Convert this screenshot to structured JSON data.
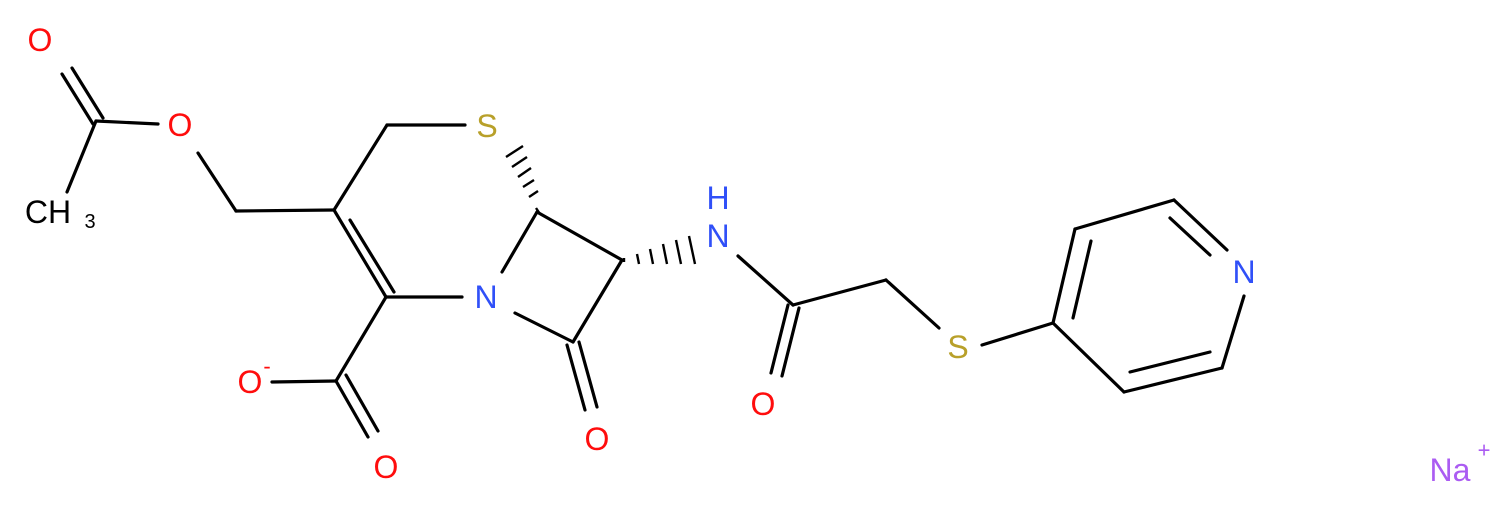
{
  "molecule": {
    "colors": {
      "bond": "#000000",
      "O": "#ff0d0d",
      "N": "#3050f8",
      "S": "#b8a02a",
      "Na": "#ab5cf2",
      "C": "#000000"
    },
    "atoms": {
      "o_carbonyl_acetyl": "O",
      "o_ester": "O",
      "ch3": "CH",
      "ch3_sub": "3",
      "s_ring": "S",
      "n_amide": "N",
      "h_amide": "H",
      "n_ring": "N",
      "o_carboxylate": "O",
      "o_carboxylate_charge": "-",
      "o_carboxyl": "O",
      "o_lactam": "O",
      "o_amide": "O",
      "s_thio": "S",
      "n_pyridine": "N",
      "na": "Na",
      "na_charge": "+"
    }
  }
}
